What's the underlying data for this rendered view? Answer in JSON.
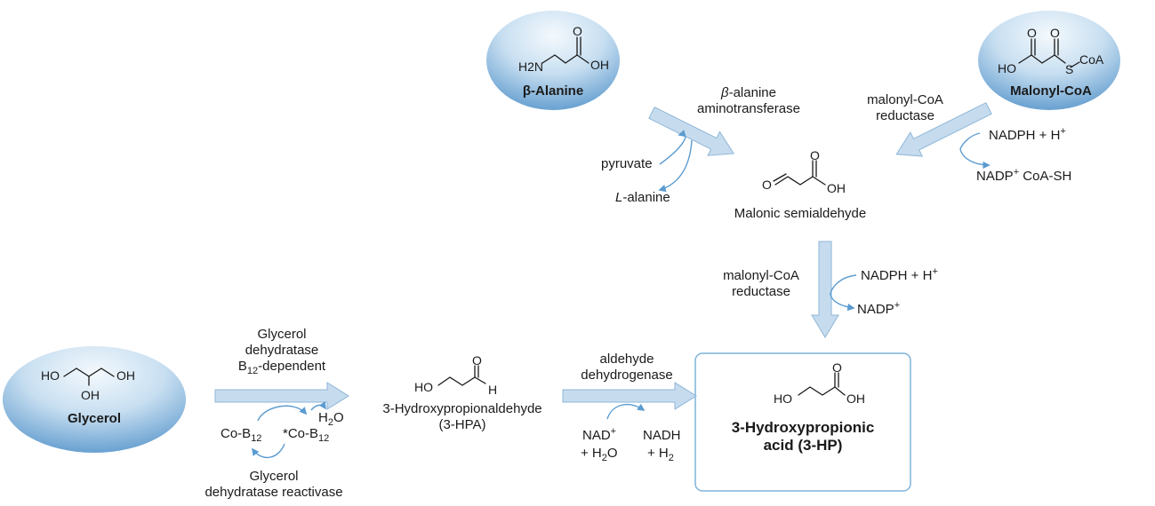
{
  "nodes": {
    "beta_alanine": {
      "label": "β-Alanine",
      "atom_amine": "H2N",
      "atom_oxygen": "O",
      "atom_hydroxyl": "OH"
    },
    "malonyl_coa": {
      "label": "Malonyl-CoA",
      "atom_hydroxyl": "HO",
      "atom_o1": "O",
      "atom_o2": "O",
      "atom_s": "S",
      "atom_coa": "CoA"
    },
    "glycerol": {
      "label": "Glycerol",
      "atom_ho": "HO",
      "atom_oh_center": "OH",
      "atom_oh_right": "OH"
    },
    "malonic_semialdehyde": {
      "label": "Malonic semialdehyde",
      "atom_o_ald": "O",
      "atom_o_acid": "O",
      "atom_oh": "OH"
    },
    "hpa": {
      "label_1": "3-Hydroxypropionaldehyde",
      "label_2": "(3-HPA)",
      "atom_ho": "HO",
      "atom_o": "O",
      "atom_h": "H"
    },
    "hp": {
      "label_1": "3-Hydroxypropionic",
      "label_2": "acid (3-HP)",
      "atom_ho": "HO",
      "atom_o": "O",
      "atom_oh": "OH"
    }
  },
  "enzymes": {
    "beta_alanine_at": {
      "line_1_prefix": "β",
      "line_1_rest": "-alanine",
      "line_2": "aminotransferase"
    },
    "mcr_top": {
      "line_1": "malonyl-CoA",
      "line_2": "reductase"
    },
    "mcr_vertical": {
      "line_1": "malonyl-CoA",
      "line_2": "reductase"
    },
    "aldehyde_dh": {
      "line_1": "aldehyde",
      "line_2": "dehydrogenase"
    },
    "glycerol_dh": {
      "line_1": "Glycerol",
      "line_2": "dehydratase",
      "line_3_prefix": "B",
      "line_3_sub": "12",
      "line_3_rest": "-dependent"
    },
    "reactivase": {
      "line_1": "Glycerol",
      "line_2": "dehydratase reactivase"
    }
  },
  "cofactors": {
    "pyruvate": "pyruvate",
    "l_alanine_prefix": "L",
    "l_alanine_rest": "-alanine",
    "top_nadph": "NADPH + H",
    "top_nadph_sup": "+",
    "top_nadp": "NADP",
    "top_nadp_sup": "+",
    "top_coash": " CoA-SH",
    "mid_nadph": "NADPH + H",
    "mid_nadph_sup": "+",
    "mid_nadp": "NADP",
    "mid_nadp_sup": "+",
    "co_b12": "Co-B",
    "co_b12_sub": "12",
    "co_b12_star": "*Co-B",
    "co_b12_star_sub": "12",
    "h2o_h": "H",
    "h2o_sub": "2",
    "h2o_o": "O",
    "nad": "NAD",
    "nad_sup": "+",
    "plus_h2o_a": "+ H",
    "plus_h2o_sub": "2",
    "plus_h2o_b": "O",
    "nadh": "NADH",
    "plus_h2_a": "+ H",
    "plus_h2_sub": "2"
  },
  "colors": {
    "arrow_fill": "#c6dcee",
    "arrow_stroke": "#8fb6d8",
    "curve_arrow": "#5b9bd0",
    "ellipse_light": "#eef5fb",
    "ellipse_dark": "#4f90c8",
    "box_border": "#7fb3d9",
    "bond": "#1a1a1a"
  }
}
